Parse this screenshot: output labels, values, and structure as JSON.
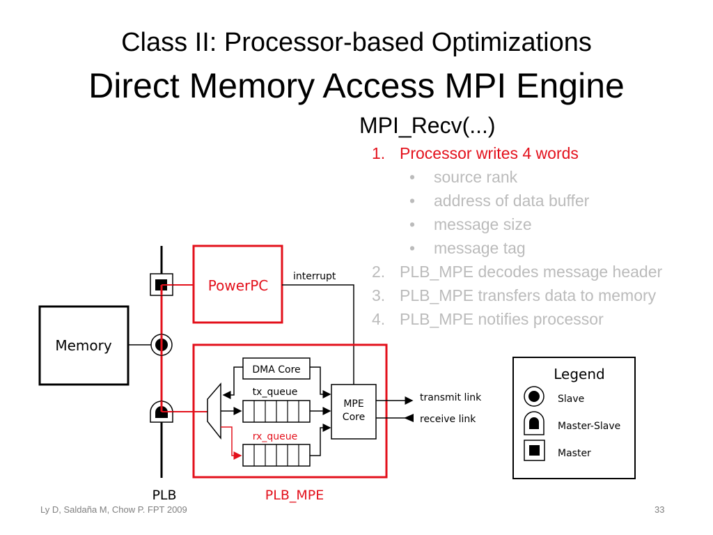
{
  "slide": {
    "title_line1": "Class II: Processor-based Optimizations",
    "title_line2": "Direct Memory Access MPI Engine",
    "function_name": "MPI_Recv(...)",
    "steps": [
      {
        "num": "1.",
        "text": "Processor writes 4 words",
        "state": "active",
        "subitems": [
          "source rank",
          "address of data buffer",
          "message size",
          "message tag"
        ]
      },
      {
        "num": "2.",
        "text": "PLB_MPE decodes message header",
        "state": "dim"
      },
      {
        "num": "3.",
        "text": "PLB_MPE transfers data to memory",
        "state": "dim"
      },
      {
        "num": "4.",
        "text": "PLB_MPE notifies processor",
        "state": "dim"
      }
    ],
    "bullet": "•",
    "footer_citation": "Ly D, Saldaña M, Chow P. FPT 2009",
    "page_number": "33"
  },
  "diagram": {
    "memory_label": "Memory",
    "powerpc_label": "PowerPC",
    "interrupt_label": "interrupt",
    "dma_core_label": "DMA Core",
    "tx_queue_label": "tx_queue",
    "rx_queue_label": "rx_queue",
    "mpe_core_line1": "MPE",
    "mpe_core_line2": "Core",
    "transmit_link_label": "transmit link",
    "receive_link_label": "receive link",
    "plb_label": "PLB",
    "plb_mpe_label": "PLB_MPE",
    "legend": {
      "title": "Legend",
      "items": [
        "Slave",
        "Master-Slave",
        "Master"
      ]
    },
    "colors": {
      "highlight": "#e3101b",
      "line": "#000000"
    }
  }
}
